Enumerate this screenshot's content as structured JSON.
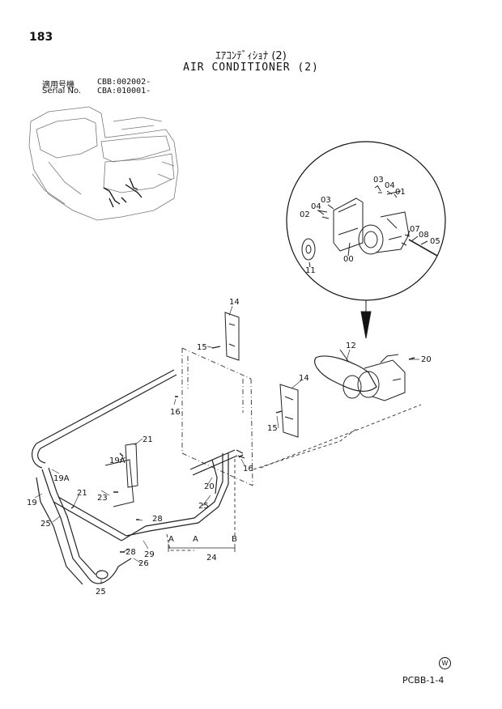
{
  "page_number": "183",
  "title_jp": "ｴｱｺﾝﾃﾞｨｼｮﾅ (2)",
  "title_en": "AIR CONDITIONER (2)",
  "serial": {
    "jp_label": "適用号機",
    "jp_value": "CBB:002002-",
    "en_label": "Serial No.",
    "en_value": "CBA:010001-"
  },
  "callouts": {
    "c00": "00",
    "c01": "01",
    "c02": "02",
    "c03a": "03",
    "c03b": "03",
    "c04a": "04",
    "c04b": "04",
    "c05": "05",
    "c07": "07",
    "c08": "08",
    "c11": "11",
    "c12": "12",
    "c14a": "14",
    "c14b": "14",
    "c15a": "15",
    "c15b": "15",
    "c16a": "16",
    "c16b": "16",
    "c19": "19",
    "c19a1": "19A",
    "c19a2": "19A",
    "c20a": "20",
    "c20b": "20",
    "c21a": "21",
    "c21b": "21",
    "c23": "23",
    "c24": "24",
    "c25a": "25",
    "c25b": "25",
    "c25c": "25",
    "c26": "26",
    "c28a": "28",
    "c28b": "28",
    "c29": "29",
    "A1": "A",
    "A2": "A",
    "B1": "B"
  },
  "mark": "W",
  "code": "PCBB-1-4"
}
